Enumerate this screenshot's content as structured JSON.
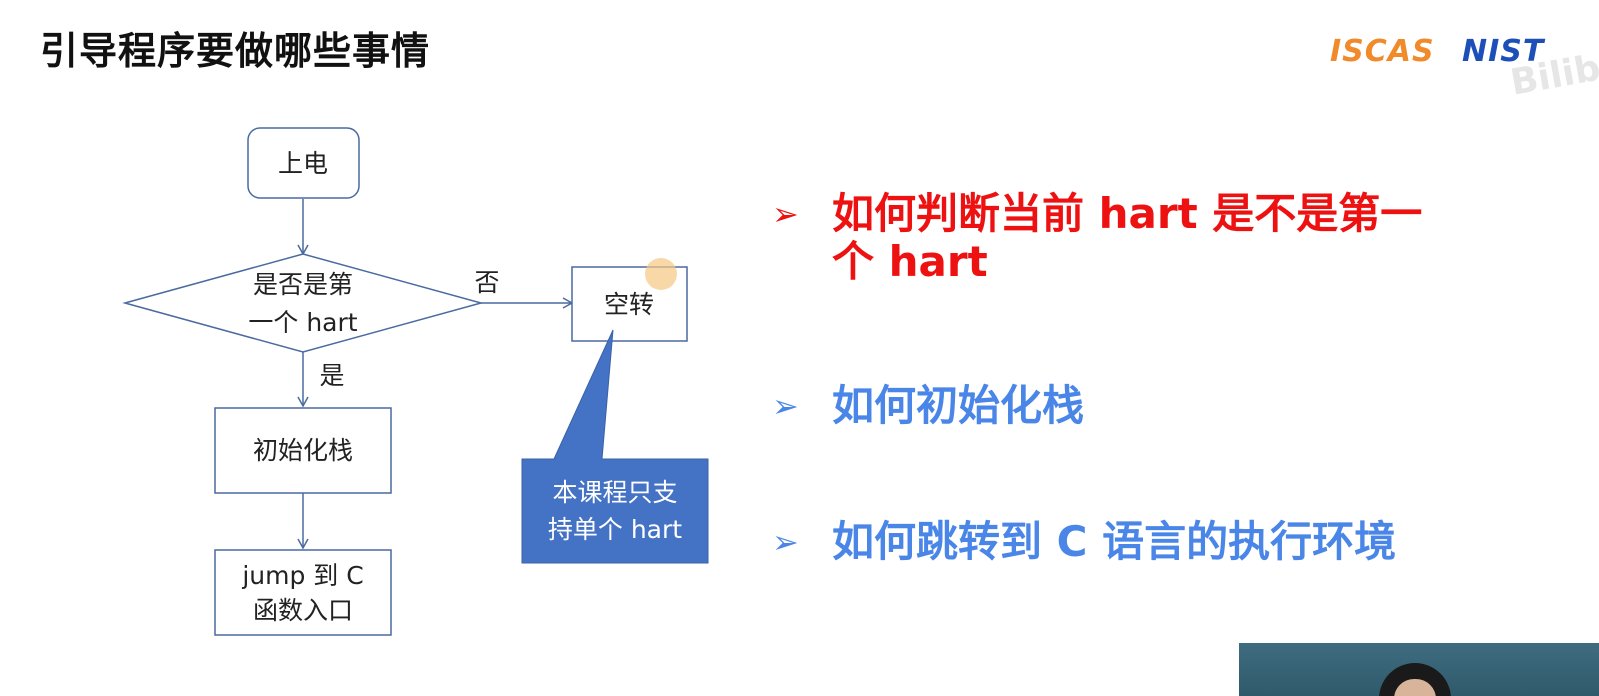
{
  "slide": {
    "title": "引导程序要做哪些事情",
    "logos": {
      "left": "ISCAS",
      "right": "NIST",
      "watermark": "Bilibili"
    }
  },
  "flowchart": {
    "power_on": "上电",
    "decision_line1": "是否是第",
    "decision_line2": "一个 hart",
    "label_no": "否",
    "label_yes": "是",
    "idle": "空转",
    "init_stack": "初始化栈",
    "jump_line1": "jump 到 C",
    "jump_line2": "函数入口",
    "callout_line1": "本课程只支",
    "callout_line2": "持单个 hart"
  },
  "bullets": [
    {
      "marker": "➢",
      "line1": "如何判断当前 hart 是不是第一",
      "line2": "个 hart",
      "color": "#ee1111"
    },
    {
      "marker": "➢",
      "line1": "如何初始化栈",
      "color": "#4a86e8"
    },
    {
      "marker": "➢",
      "line1": "如何跳转到 C 语言的执行环境",
      "color": "#4a86e8"
    }
  ],
  "colors": {
    "flow_stroke": "#4a6aa0",
    "callout_fill": "#4472c4",
    "emphasis_red": "#ee1111",
    "bullet_blue": "#4a86e8"
  }
}
